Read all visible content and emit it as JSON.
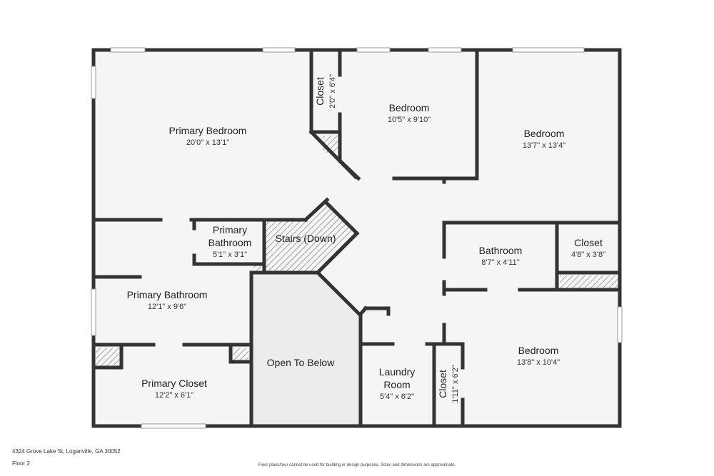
{
  "rooms": {
    "primary_bedroom": {
      "name": "Primary Bedroom",
      "dims": "20'0\" x 13'1\""
    },
    "closet_top": {
      "name": "Closet",
      "dims": "2'0\" x 6'4\""
    },
    "bedroom_top_mid": {
      "name": "Bedroom",
      "dims": "10'5\" x 9'10\""
    },
    "bedroom_top_right": {
      "name": "Bedroom",
      "dims": "13'7\" x 13'4\""
    },
    "primary_bath_small": {
      "name_line1": "Primary",
      "name_line2": "Bathroom",
      "dims": "5'1\" x 3'1\""
    },
    "stairs": {
      "name": "Stairs (Down)"
    },
    "bathroom": {
      "name": "Bathroom",
      "dims": "8'7\" x 4'11\""
    },
    "closet_right": {
      "name": "Closet",
      "dims": "4'8\" x 3'8\""
    },
    "primary_bath_large": {
      "name": "Primary Bathroom",
      "dims": "12'1\" x 9'6\""
    },
    "open_to_below": {
      "name": "Open To Below"
    },
    "bedroom_bottom_right": {
      "name": "Bedroom",
      "dims": "13'8\" x 10'4\""
    },
    "primary_closet": {
      "name": "Primary Closet",
      "dims": "12'2\" x 6'1\""
    },
    "laundry": {
      "name_line1": "Laundry",
      "name_line2": "Room",
      "dims": "5'4\" x 6'2\""
    },
    "closet_bottom": {
      "name": "Closet",
      "dims": "1'11\" x 6'2\""
    }
  },
  "footer": {
    "address": "4324 Grove Lake St, Loganville, GA 30052",
    "floor": "Floor 2",
    "disclaimer": "Floor plans/tour cannot be used for building or design purposes. Sizes and dimensions are approximate."
  },
  "colors": {
    "wall": "#333333",
    "floor": "#f5f5f5",
    "open_floor": "#ececec",
    "window": "#ffffff"
  }
}
